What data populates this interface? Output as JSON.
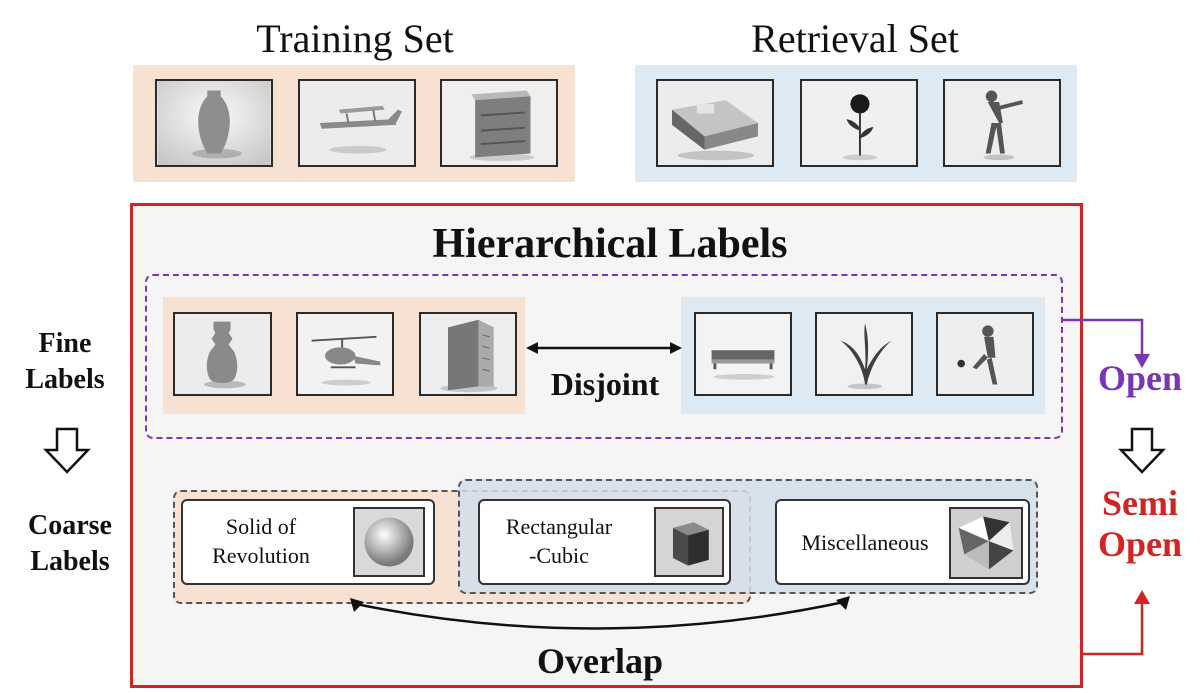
{
  "training_set": {
    "title": "Training Set",
    "items": [
      {
        "icon": "vase-icon"
      },
      {
        "icon": "biplane-icon"
      },
      {
        "icon": "dresser-icon"
      }
    ]
  },
  "retrieval_set": {
    "title": "Retrieval Set",
    "items": [
      {
        "icon": "sofa-icon"
      },
      {
        "icon": "flower-icon"
      },
      {
        "icon": "person-icon"
      }
    ]
  },
  "hierarchical": {
    "title": "Hierarchical Labels",
    "fine_train": [
      {
        "icon": "bottle-icon"
      },
      {
        "icon": "helicopter-icon"
      },
      {
        "icon": "building-icon"
      }
    ],
    "fine_retrieval": [
      {
        "icon": "bench-icon"
      },
      {
        "icon": "plant-icon"
      },
      {
        "icon": "kicking-person-icon"
      }
    ],
    "disjoint_label": "Disjoint",
    "coarse": [
      {
        "label_line1": "Solid of",
        "label_line2": "Revolution",
        "icon": "sphere-icon"
      },
      {
        "label_line1": "Rectangular",
        "label_line2": "-Cubic",
        "icon": "cube-icon"
      },
      {
        "label_line1": "Miscellaneous",
        "label_line2": "",
        "icon": "misc-shape-icon"
      }
    ],
    "overlap_label": "Overlap"
  },
  "left_labels": {
    "fine_line1": "Fine",
    "fine_line2": "Labels",
    "coarse_line1": "Coarse",
    "coarse_line2": "Labels"
  },
  "right_labels": {
    "open": "Open",
    "semi_line1": "Semi",
    "semi_line2": "Open"
  },
  "colors": {
    "train_bg": "#f7e1d3",
    "retrieval_bg": "#dde9f3",
    "red": "#d32424",
    "purple": "#7a35b5",
    "gray_bg": "#f5f5f5"
  }
}
